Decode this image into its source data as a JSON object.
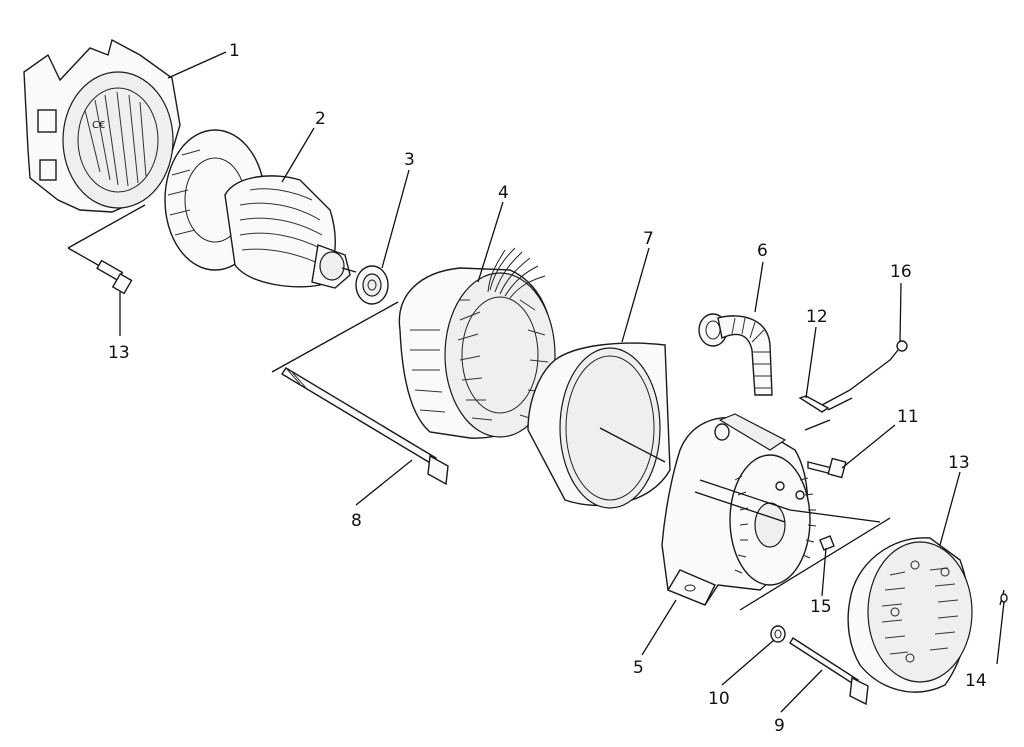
{
  "diagram": {
    "callouts": {
      "c1": "1",
      "c2": "2",
      "c3": "3",
      "c4": "4",
      "c5": "5",
      "c6": "6",
      "c7": "7",
      "c8": "8",
      "c9": "9",
      "c10": "10",
      "c11": "11",
      "c12": "12",
      "c13a": "13",
      "c13b": "13",
      "c14": "14",
      "c15": "15",
      "c16": "16"
    }
  }
}
